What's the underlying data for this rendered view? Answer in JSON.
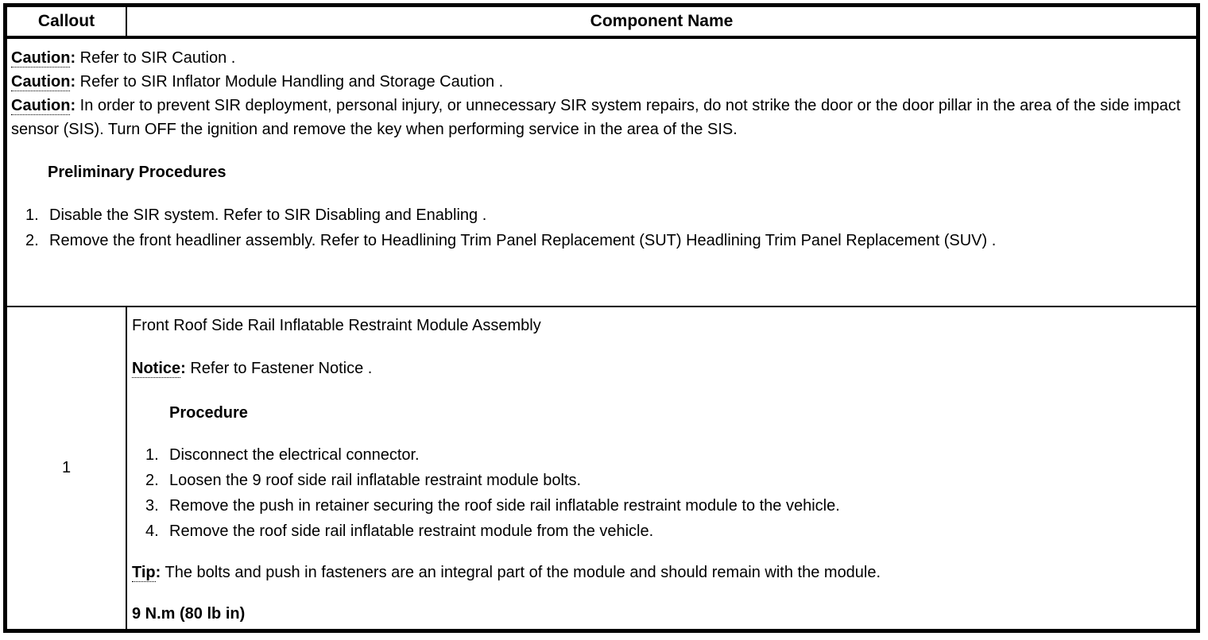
{
  "colors": {
    "background": "#ffffff",
    "border": "#000000",
    "text": "#000000"
  },
  "header": {
    "callout_label": "Callout",
    "component_name_label": "Component Name"
  },
  "notes_row": {
    "cautions": [
      {
        "label": "Caution",
        "colon": ":",
        "text": " Refer to SIR Caution ."
      },
      {
        "label": "Caution",
        "colon": ":",
        "text": " Refer to SIR Inflator Module Handling and Storage Caution ."
      },
      {
        "label": "Caution",
        "colon": ":",
        "text": " In order to prevent SIR deployment, personal injury, or unnecessary SIR system repairs, do not strike the door or the door pillar in the area of the side impact sensor (SIS). Turn OFF the ignition and remove the key when performing service in the area of the SIS."
      }
    ],
    "preliminary_heading": "Preliminary Procedures",
    "preliminary_steps": [
      {
        "num": "1.",
        "text": "Disable the SIR system. Refer to SIR Disabling and Enabling ."
      },
      {
        "num": "2.",
        "text": "Remove the front headliner assembly. Refer to Headlining Trim Panel Replacement (SUT) Headlining Trim Panel Replacement (SUV) ."
      }
    ]
  },
  "component_row": {
    "callout": "1",
    "component_name": "Front Roof Side Rail Inflatable Restraint Module Assembly",
    "notice": {
      "label": "Notice",
      "colon": ":",
      "text": " Refer to Fastener Notice ."
    },
    "procedure_heading": "Procedure",
    "procedure_steps": [
      {
        "num": "1.",
        "text": "Disconnect the electrical connector."
      },
      {
        "num": "2.",
        "text": "Loosen the 9 roof side rail inflatable restraint module bolts."
      },
      {
        "num": "3.",
        "text": "Remove the push in retainer securing the roof side rail inflatable restraint module to the vehicle."
      },
      {
        "num": "4.",
        "text": "Remove the roof side rail inflatable restraint module from the vehicle."
      }
    ],
    "tip": {
      "label": "Tip",
      "colon": ":",
      "text": " The bolts and push in fasteners are an integral part of the module and should remain with the module."
    },
    "torque_spec": "9 N.m (80 lb in)"
  }
}
